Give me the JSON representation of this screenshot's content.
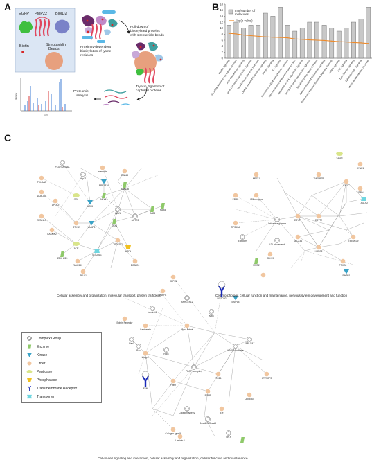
{
  "panels": {
    "a": "A",
    "b": "B",
    "c": "C"
  },
  "panel_a": {
    "proteins": [
      "EGFP",
      "PMP22",
      "BioID2"
    ],
    "biotin": "Biotin",
    "beads": [
      "Streptavidin",
      "Beads"
    ],
    "proximity": [
      "Proximity-dependent",
      "biotinylation of lysine",
      "residues"
    ],
    "pulldown": [
      "Pull-down of",
      "biotinylated proteins",
      "with streptavidin beads"
    ],
    "trypsin": [
      "Trypsin digestion of",
      "captured proteins"
    ],
    "proteomic": [
      "Proteomic",
      "analysis"
    ],
    "ms_ylabel": "Intensity",
    "ms_xlabel": "m/z"
  },
  "panel_b": {
    "legend_bars": [
      "IIIIII/Number of",
      "molecules"
    ],
    "legend_line": "-log(p-value)"
  },
  "chart_data": {
    "type": "bar",
    "categories": [
      "Paxillin Signaling",
      "Regulation of Cellular Mechanics by Calpain Protease",
      "Actin Cytoskeleton Signaling",
      "Germ Cell-Sertoli Cell Junction Signaling",
      "Virus Entry via Endocytic Pathways",
      "Clathrin-mediated Endocytosis Signaling",
      "Integrin Signaling",
      "ILK Signaling",
      "Remodeling of Epithelial Adherens Junctions",
      "Agrin Interactions at Neuromuscular Junction",
      "Regulation of eIF4 and p70S6K Signaling",
      "Sertoli Cell-Sertoli Cell Junction Signaling",
      "Signaling by Rho Family GTPases",
      "Caveolar-mediated Endocytosis Signaling",
      "Semaphorin Neuronal Repulsive Signaling Pathway",
      "HIPPO signaling",
      "FAK Signaling",
      "Tight Junction Signaling",
      "Ephrin Receptor Signaling",
      "Molecular Mechanisms of Cancer"
    ],
    "series": [
      {
        "values": [
          11,
          12,
          10,
          11,
          11,
          15,
          14,
          17,
          11,
          9,
          10,
          12,
          12,
          11,
          10,
          9,
          10,
          12,
          13,
          17
        ]
      },
      {
        "values": [
          8.3,
          8.1,
          7.7,
          7.5,
          7.3,
          7.1,
          7.0,
          6.9,
          6.8,
          6.4,
          6.3,
          6.1,
          6.0,
          5.9,
          5.7,
          5.5,
          5.4,
          5.2,
          5.1,
          4.9
        ]
      }
    ],
    "ylim": [
      0,
      18
    ],
    "yticks": [
      0,
      2,
      4,
      6,
      8,
      10,
      12,
      14,
      16,
      18
    ],
    "grid": false,
    "legend": "top-left"
  },
  "panel_c": {
    "captions": [
      "Cellular assembly and organization, molecular transport, protein trafficking",
      "Cell morphology, cellular function and maintenance, nervous sytem development and function",
      "Cell-to-cell signaling and interaction, cellular assembly and organization, cellular function and maintenance"
    ],
    "legend": [
      {
        "label": "Complex/Group",
        "icon": "double-circle-icon"
      },
      {
        "label": "Enzyme",
        "icon": "rhombus-icon",
        "color": "#8fc96a"
      },
      {
        "label": "Kinase",
        "icon": "triangle-icon",
        "color": "#3aa3c7"
      },
      {
        "label": "Other",
        "icon": "circle-icon",
        "color": "#f1c69f"
      },
      {
        "label": "Peptidase",
        "icon": "ellipse-icon",
        "color": "#d9e58a"
      },
      {
        "label": "Phosphatase",
        "icon": "trapezoid-icon",
        "color": "#f0c020"
      },
      {
        "label": "Transmembrane Receptor",
        "icon": "receptor-icon",
        "color": "#1a2ab8"
      },
      {
        "label": "Transporter",
        "icon": "transporter-icon",
        "color": "#6fd6e0"
      }
    ],
    "net1_labels": [
      "FCGR1A/B/3A",
      "Hsp11",
      "adenylate",
      "PHLDA2",
      "RAB13",
      "DCBLD2",
      "RAB11B",
      "ARF6",
      "EPB41L1",
      "APOL2",
      "STX12",
      "GFA",
      "ANXA2",
      "RAB5",
      "CAV1",
      "CASKIN2",
      "RAB8",
      "VAMP3",
      "CFD",
      "ACTR3",
      "FAM13A1",
      "SLC29A1",
      "TPD52L2",
      "ZDHHC20",
      "DCBLD1",
      "SNX1",
      "ARF1",
      "PPP2R1A",
      "RELL1"
    ],
    "net2_labels": [
      "CLGN",
      "SYNE1",
      "MPZL1",
      "TMEM87B",
      "ERBB",
      "KIF1C",
      "UTRN",
      "LPA receptor",
      "ESYT1",
      "ESYT2",
      "TAGLN2",
      "Secretase gamma",
      "HSPG2",
      "SEC23A",
      "TMEM109",
      "LDL-cholesterol",
      "CDK19",
      "PRKD2",
      "Estrogen",
      "PIK3R1",
      "MMP2",
      "ANXA4",
      "RPS6KA"
    ],
    "net3_labels": [
      "REPS1",
      "RAPH1",
      "ARHGEF12",
      "NOTCH2",
      "Laminin1",
      "Ephrin Receptor",
      "Rap1",
      "Alpha Actinin",
      "Actin",
      "Calcineurin",
      "Rac",
      "Rock",
      "Integrin",
      "Fibrin",
      "NADPH oxidase",
      "YAP1/TAZ",
      "CTTNBP2",
      "PDGF (complex)",
      "FYN",
      "EGFR",
      "Collagen type IV",
      "Collagen type III",
      "Laminin 1",
      "ITGB1",
      "Smad2/3-Smad4",
      "E2f",
      "NF-Y",
      "Cbp/p300",
      "MMP14",
      "MSN"
    ]
  }
}
